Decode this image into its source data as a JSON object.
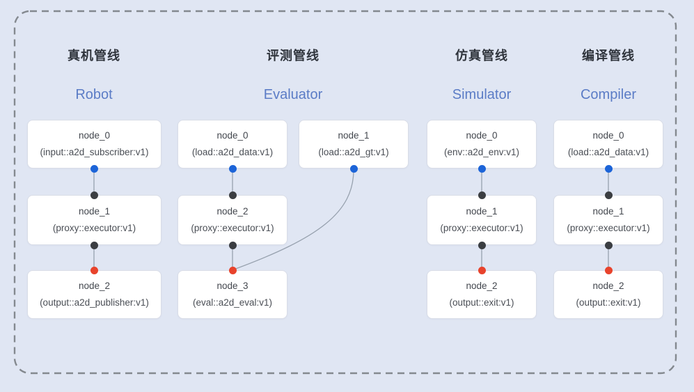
{
  "diagram": {
    "type": "pipeline-graph",
    "pipelines": [
      {
        "title_zh": "真机管线",
        "title_en": "Robot",
        "nodes": [
          {
            "name": "node_0",
            "type": "(input::a2d_subscriber:v1)"
          },
          {
            "name": "node_1",
            "type": "(proxy::executor:v1)"
          },
          {
            "name": "node_2",
            "type": "(output::a2d_publisher:v1)"
          }
        ],
        "edges": [
          "node_0->node_1",
          "node_1->node_2"
        ]
      },
      {
        "title_zh": "评测管线",
        "title_en": "Evaluator",
        "nodes": [
          {
            "name": "node_0",
            "type": "(load::a2d_data:v1)"
          },
          {
            "name": "node_1",
            "type": "(load::a2d_gt:v1)"
          },
          {
            "name": "node_2",
            "type": "(proxy::executor:v1)"
          },
          {
            "name": "node_3",
            "type": "(eval::a2d_eval:v1)"
          }
        ],
        "edges": [
          "node_0->node_2",
          "node_2->node_3",
          "node_1->node_3"
        ]
      },
      {
        "title_zh": "仿真管线",
        "title_en": "Simulator",
        "nodes": [
          {
            "name": "node_0",
            "type": "(env::a2d_env:v1)"
          },
          {
            "name": "node_1",
            "type": "(proxy::executor:v1)"
          },
          {
            "name": "node_2",
            "type": "(output::exit:v1)"
          }
        ],
        "edges": [
          "node_0->node_1",
          "node_1->node_2"
        ]
      },
      {
        "title_zh": "编译管线",
        "title_en": "Compiler",
        "nodes": [
          {
            "name": "node_0",
            "type": "(load::a2d_data:v1)"
          },
          {
            "name": "node_1",
            "type": "(proxy::executor:v1)"
          },
          {
            "name": "node_2",
            "type": "(output::exit:v1)"
          }
        ],
        "edges": [
          "node_0->node_1",
          "node_1->node_2"
        ]
      }
    ],
    "colors": {
      "background": "#e0e6f3",
      "node_fill": "#ffffff",
      "node_border": "#d9dde7",
      "port_output_blue": "#1c64d8",
      "port_mid_dark": "#3b3e42",
      "port_final_red": "#e8432c",
      "edge_line": "#97a1ae",
      "dashed_border": "#84898f",
      "title_en_blue": "#5b7cc6",
      "title_zh_dark": "#2f343c"
    }
  }
}
